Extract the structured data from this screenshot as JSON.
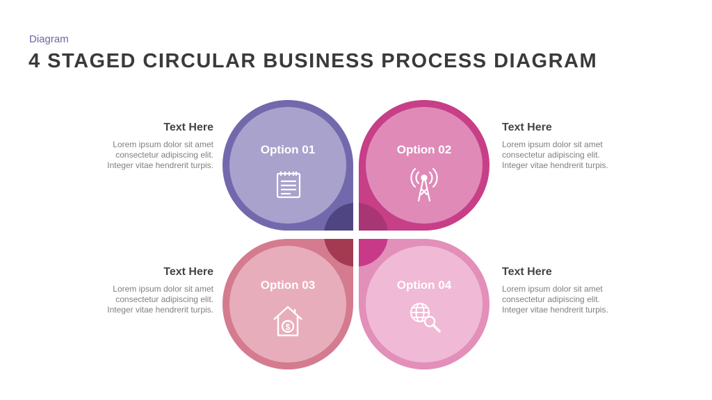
{
  "header": {
    "category": "Diagram",
    "title": "4 STAGED CIRCULAR BUSINESS PROCESS DIAGRAM"
  },
  "options": [
    {
      "label": "Option 01",
      "icon": "notepad-icon",
      "color": "#7269ad",
      "inner": "#a8a2cd"
    },
    {
      "label": "Option 02",
      "icon": "antenna-tower-icon",
      "color": "#c63f87",
      "inner": "#e08ab8"
    },
    {
      "label": "Option 03",
      "icon": "house-dollar-icon",
      "color": "#d47b8f",
      "inner": "#e8adbb"
    },
    {
      "label": "Option 04",
      "icon": "globe-search-icon",
      "color": "#e28fb9",
      "inner": "#f0b9d5"
    }
  ],
  "texts": [
    {
      "heading": "Text Here",
      "lines": [
        "Lorem ipsum dolor sit amet",
        "consectetur adipiscing elit.",
        "Integer vitae hendrerit turpis."
      ]
    },
    {
      "heading": "Text Here",
      "lines": [
        "Lorem ipsum dolor sit amet",
        "consectetur adipiscing elit.",
        "Integer vitae hendrerit turpis."
      ]
    },
    {
      "heading": "Text Here",
      "lines": [
        "Lorem ipsum dolor sit amet",
        "consectetur adipiscing elit.",
        "Integer vitae hendrerit turpis."
      ]
    },
    {
      "heading": "Text Here",
      "lines": [
        "Lorem ipsum dolor sit amet",
        "consectetur adipiscing elit.",
        "Integer vitae hendrerit turpis."
      ]
    }
  ],
  "overlap_colors": {
    "top_left": "#4f4582",
    "top_right": "#a83674",
    "bottom_left": "#a33a52",
    "bottom_right": "#c83a88"
  }
}
